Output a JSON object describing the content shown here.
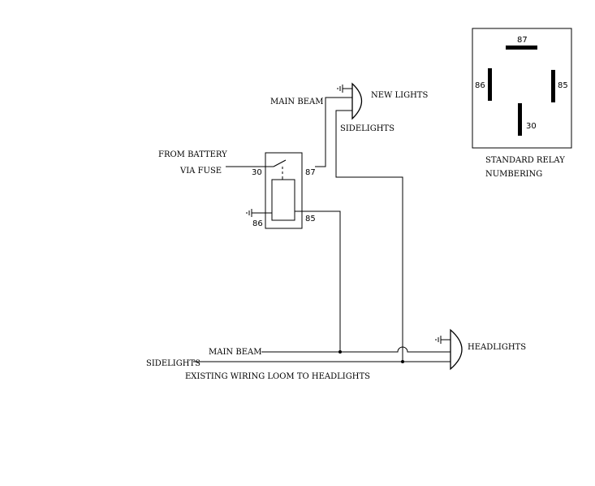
{
  "labels": {
    "main_beam_top": "MAIN BEAM",
    "new_lights": "NEW LIGHTS",
    "sidelights_top": "SIDELIGHTS",
    "from_battery": "FROM BATTERY",
    "via_fuse": "VIA FUSE",
    "main_beam_bottom": "MAIN BEAM",
    "sidelights_bottom": "SIDELIGHTS",
    "existing_loom": "EXISTING WIRING LOOM TO HEADLIGHTS",
    "headlights": "HEADLIGHTS"
  },
  "relay": {
    "pin_30": "30",
    "pin_87": "87",
    "pin_85": "85",
    "pin_86": "86"
  },
  "relay_key": {
    "pin_87": "87",
    "pin_86": "86",
    "pin_85": "85",
    "pin_30": "30",
    "caption_line1": "STANDARD RELAY",
    "caption_line2": "NUMBERING"
  }
}
